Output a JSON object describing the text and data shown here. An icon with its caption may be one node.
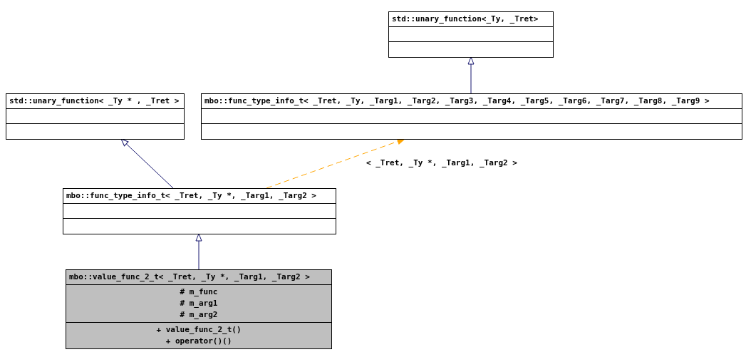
{
  "diagram": {
    "nodes": [
      {
        "text": [
          "std::unary_function<_Ty, _Tret>"
        ]
      },
      {
        "text": [
          "std::unary_function< _Ty * , _Tret >"
        ]
      },
      {
        "text": [
          "mbo::func_type_info_t< _Tret, _Ty, _Targ1, _Targ2, _Targ3, _Targ4, _Targ5, _Targ6, _Targ7, _Targ8, _Targ9 >"
        ]
      },
      {
        "text": [
          "mbo::func_type_info_t< _Tret, _Ty *, _Targ1, _Targ2 >"
        ]
      },
      {
        "text": [
          "mbo::value_func_2_t< _Tret, _Ty *, _Targ1, _Targ2 >",
          "# m_func",
          "# m_arg1",
          "# m_arg2",
          "+ value_func_2_t()",
          "+ operator()()"
        ]
      }
    ],
    "edges": [
      {
        "from": 2,
        "to": 0,
        "arrow": "to"
      },
      {
        "from": 3,
        "to": 1,
        "arrow": "to"
      },
      {
        "from": 3,
        "to": 2,
        "arrow": "to",
        "label": "< _Tret, _Ty *, _Targ1, _Targ2 >",
        "style": "dashed",
        "color": "#ffa500"
      },
      {
        "from": 4,
        "to": 3,
        "arrow": "to"
      }
    ]
  }
}
